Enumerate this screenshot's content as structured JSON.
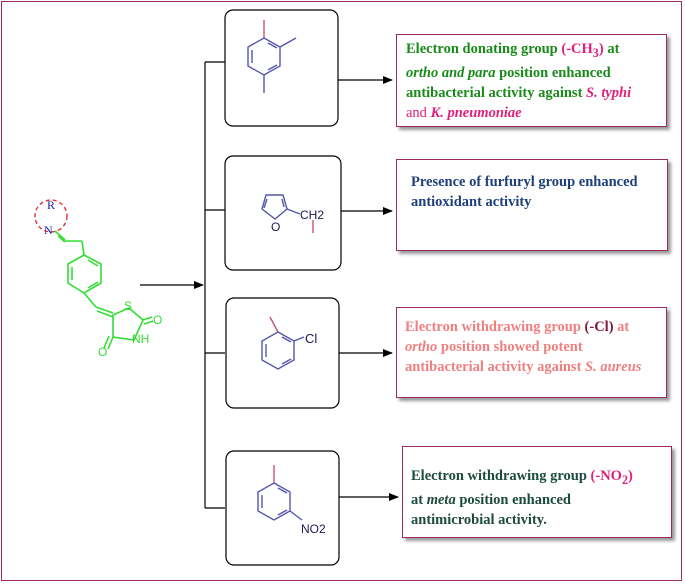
{
  "colors": {
    "border": "#9b2a5e",
    "molecule": "#33dd33",
    "ring": "#5555aa",
    "r_group_circle": "#e03030",
    "note1_text": "#1a8a1a",
    "note2_text": "#1f3f7a",
    "note3_text": "#f08080",
    "note4_text": "#1d4b3e",
    "highlight_magenta": "#e0207a",
    "highlight_dark": "#7a1a3a"
  },
  "molecule": {
    "r_label": "R",
    "n_label": "N",
    "s_label": "S",
    "o_label_1": "O",
    "o_label_2": "O",
    "nh_label": "NH"
  },
  "structures": {
    "furfuryl": {
      "o_label": "O",
      "ch2_label": "CH2"
    },
    "chloro": {
      "cl_label": "Cl"
    },
    "nitro": {
      "no2_label": "NO2"
    }
  },
  "notes": {
    "n1": {
      "l1a": "Electron donating group ",
      "l1b": "(-CH",
      "l1c": "3",
      "l1d": ")",
      "l1e": " at",
      "l2a": "ortho and para",
      "l2b": " position enhanced",
      "l3a": "antibacterial activity against ",
      "l3b": "S. typhi",
      "l4a": "and ",
      "l4b": "K. pneumoniae"
    },
    "n2": {
      "l1": "Presence of furfuryl group enhanced",
      "l2": "antioxidant activity"
    },
    "n3": {
      "l1a": "Electron withdrawing group ",
      "l1b": "(-Cl)",
      "l1c": " at",
      "l2a": "ortho",
      "l2b": " position showed potent",
      "l3a": "antibacterial activity against ",
      "l3b": "S. aureus"
    },
    "n4": {
      "l1a": "Electron withdrawing group ",
      "l1b": "(-NO",
      "l1c": "2",
      "l1d": ")",
      "l2a": "at ",
      "l2b": "meta",
      "l2c": " position enhanced",
      "l3": "antimicrobial activity."
    }
  }
}
